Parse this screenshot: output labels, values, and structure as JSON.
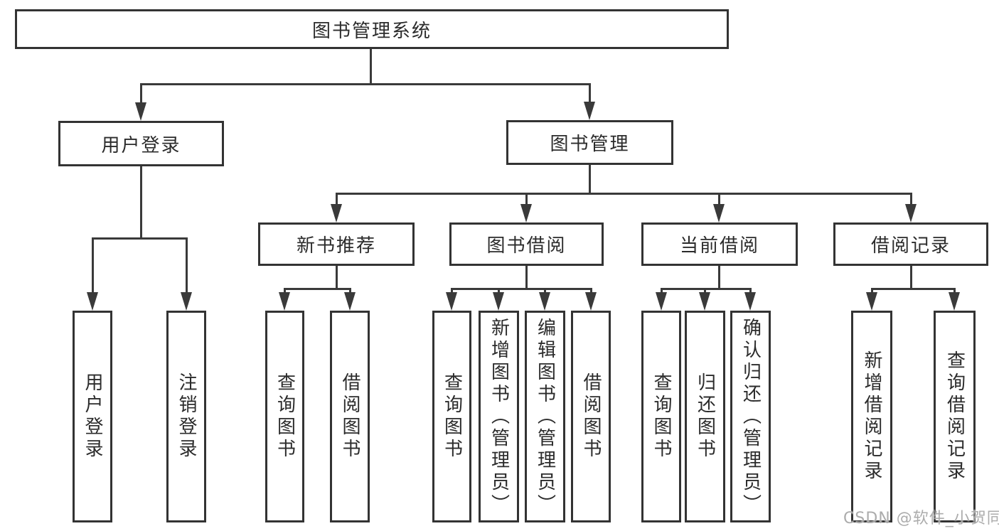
{
  "page": {
    "background": "#ffffff"
  },
  "colors": {
    "line": "#3a3a3a",
    "box_border": "#333333",
    "box_fill": "#ffffff",
    "text": "#2b2b2b",
    "watermark": "#a8a8a8"
  },
  "tree": {
    "root": {
      "label": "图书管理系统"
    },
    "branches": [
      {
        "label": "用户登录",
        "children": [
          {
            "label": "用户登录"
          },
          {
            "label": "注销登录"
          }
        ]
      },
      {
        "label": "图书管理",
        "children": [
          {
            "label": "新书推荐",
            "children": [
              {
                "label": "查询图书"
              },
              {
                "label": "借阅图书"
              }
            ]
          },
          {
            "label": "图书借阅",
            "children": [
              {
                "label": "查询图书"
              },
              {
                "label": "新增图书（管理员）"
              },
              {
                "label": "编辑图书（管理员）"
              },
              {
                "label": "借阅图书"
              }
            ]
          },
          {
            "label": "当前借阅",
            "children": [
              {
                "label": "查询图书"
              },
              {
                "label": "归还图书"
              },
              {
                "label": "确认归还（管理员）"
              }
            ]
          },
          {
            "label": "借阅记录",
            "children": [
              {
                "label": "新增借阅记录"
              },
              {
                "label": "查询借阅记录"
              }
            ]
          }
        ]
      }
    ]
  },
  "watermark": {
    "text": "CSDN @软件_小贺同学"
  }
}
